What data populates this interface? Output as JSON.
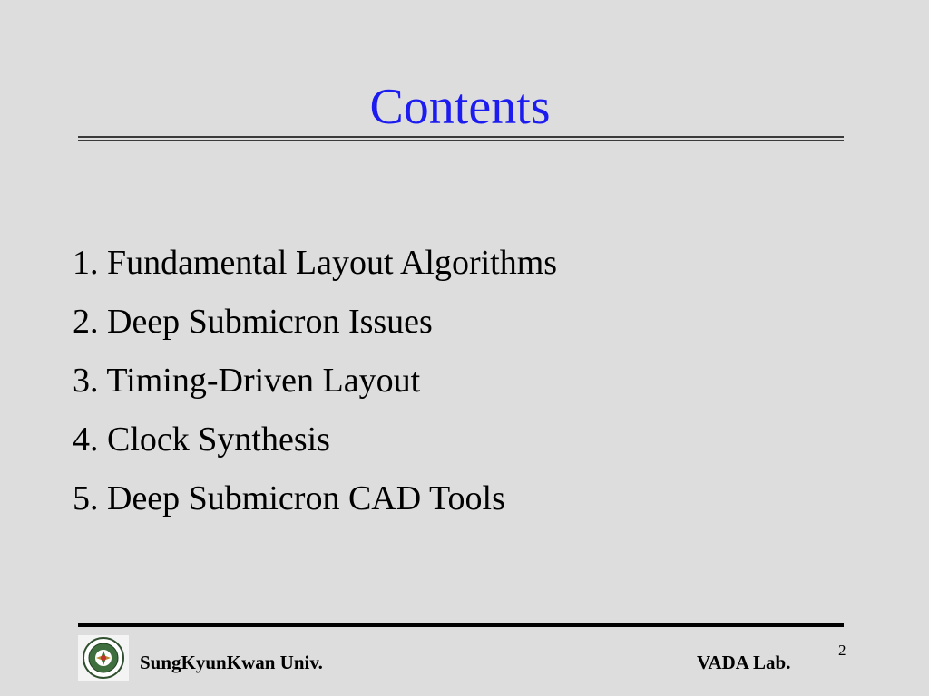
{
  "slide": {
    "title": "Contents",
    "items": [
      "1. Fundamental Layout Algorithms",
      "2. Deep Submicron Issues",
      "3. Timing-Driven Layout",
      "4. Clock Synthesis",
      "5. Deep Submicron CAD Tools"
    ]
  },
  "footer": {
    "left_text": "SungKyunKwan Univ.",
    "right_text": "VADA Lab.",
    "page_number": "2",
    "logo_icon": "university-seal-icon"
  },
  "colors": {
    "background": "#dddddd",
    "title": "#1c1cf0",
    "text": "#000000"
  }
}
